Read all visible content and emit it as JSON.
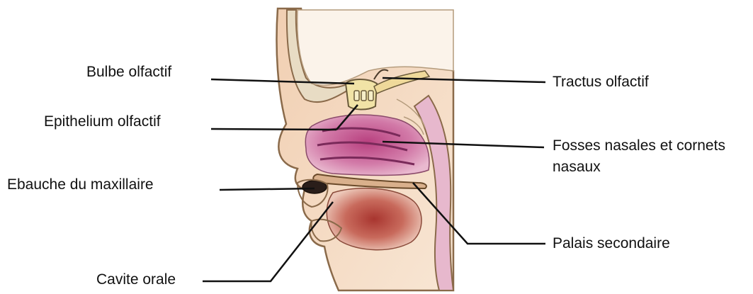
{
  "diagram": {
    "labels": {
      "bulbe": "Bulbe olfactif",
      "epithelium": "Epithelium olfactif",
      "ebauche": "Ebauche du maxillaire",
      "cavite": "Cavite orale",
      "tractus": "Tractus olfactif",
      "fosses": "Fosses nasales et cornets nasaux",
      "palais": "Palais secondaire"
    },
    "colors": {
      "skin": "#f4d9c1",
      "skin_outline": "#8a6a4a",
      "nasal_mucosa": "#c5528f",
      "oral_cavity": "#b4473e",
      "bulb": "#f1e3a6",
      "bone": "#e8dcc4",
      "leader": "#111111"
    }
  }
}
